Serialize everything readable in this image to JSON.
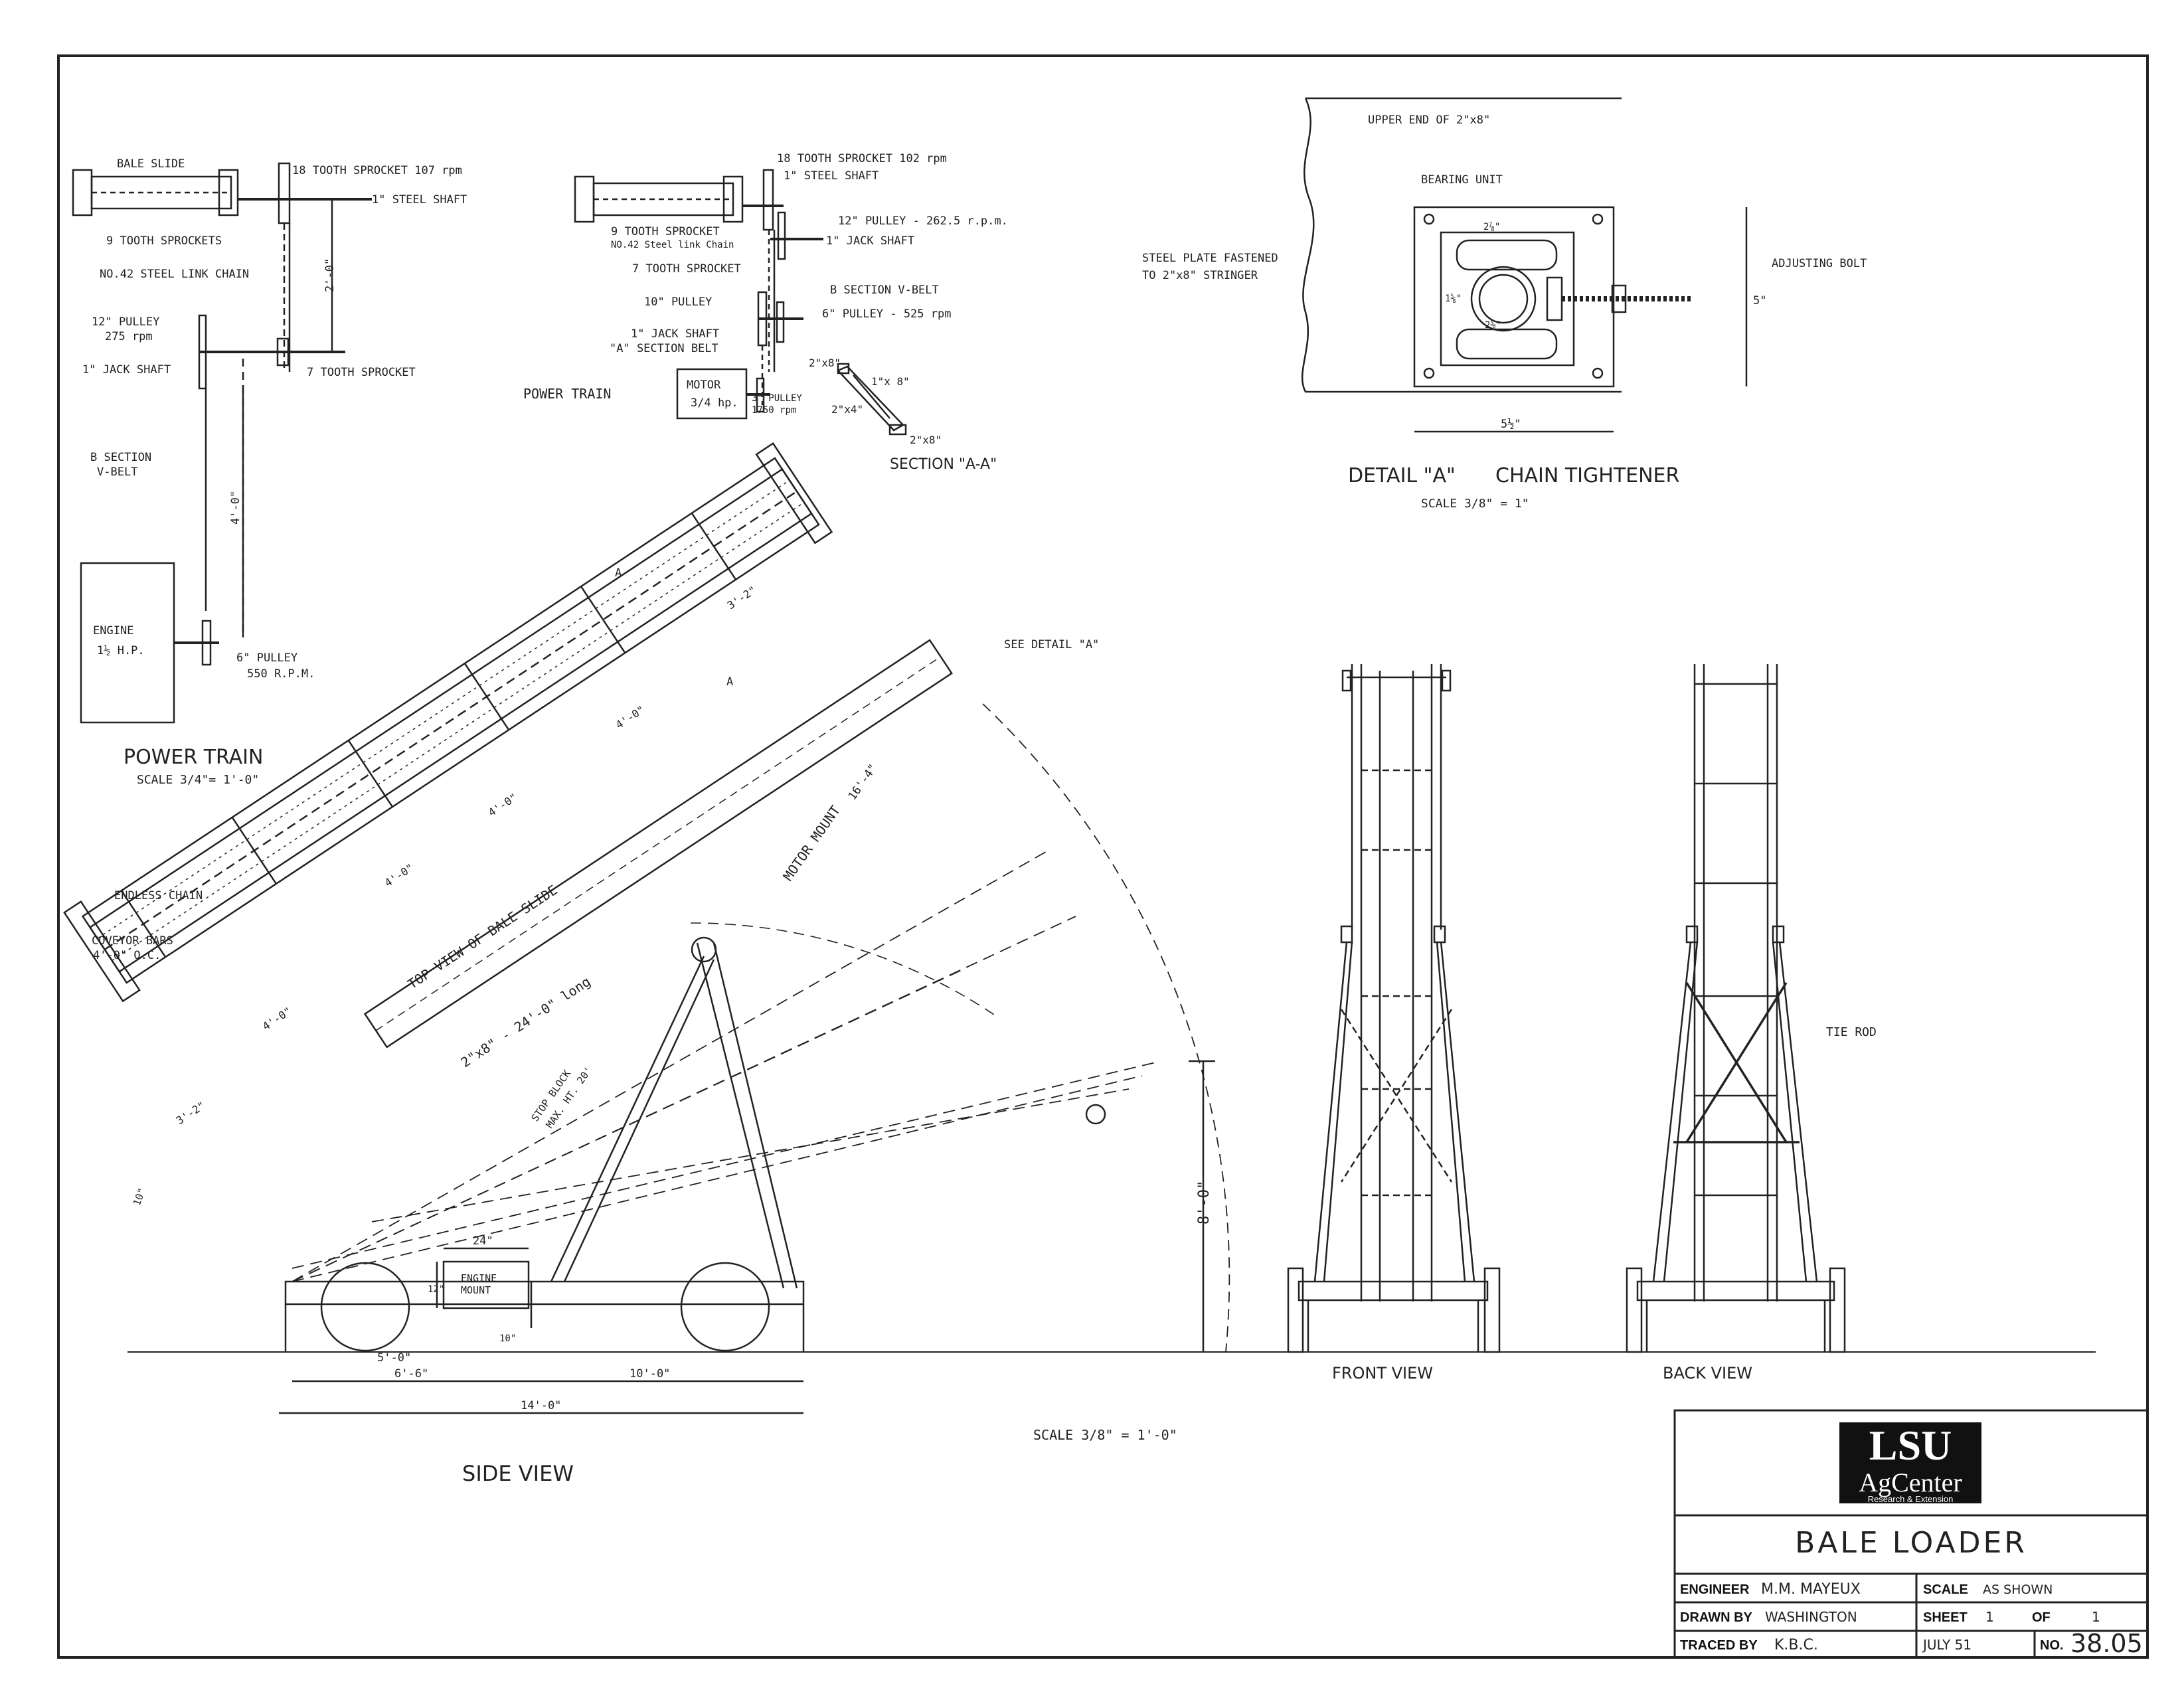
{
  "power_train_top": {
    "title": "POWER TRAIN",
    "scale": "SCALE 3/4\"= 1'-0\"",
    "bale_slide": "BALE SLIDE",
    "sprocket_18": "18 TOOTH SPROCKET 107 rpm",
    "steel_shaft": "1\" STEEL SHAFT",
    "sprockets_9": "9 TOOTH SPROCKETS",
    "chain": "NO.42 STEEL LINK CHAIN",
    "pulley_12": "12\" PULLEY",
    "pulley_12_rpm": "275 rpm",
    "jack_shaft": "1\" JACK SHAFT",
    "sprocket_7": "7 TOOTH SPROCKET",
    "dim_2ft": "2'-0\"",
    "b_section": "B SECTION",
    "v_belt": "V-BELT",
    "dim_4ft": "4'-0\"",
    "engine": "ENGINE",
    "engine_hp": "1½ H.P.",
    "pulley_6": "6\" PULLEY",
    "pulley_6_rpm": "550 R.P.M."
  },
  "power_train_motor": {
    "title": "POWER TRAIN",
    "sprocket_18": "18 TOOTH SPROCKET 102 rpm",
    "steel_shaft": "1\" STEEL SHAFT",
    "sprocket_9": "9 TOOTH SPROCKET",
    "chain": "NO.42 Steel link Chain",
    "pulley_12": "12\" PULLEY - 262.5 r.p.m.",
    "jack_shaft": "1\" JACK SHAFT",
    "sprocket_7": "7 TOOTH SPROCKET",
    "pulley_10": "10\" PULLEY",
    "b_section": "B SECTION V-BELT",
    "pulley_6": "6\" PULLEY - 525 rpm",
    "jack_shaft2": "1\" JACK SHAFT",
    "a_section": "\"A\" SECTION BELT",
    "motor": "MOTOR",
    "motor_hp": "3/4 hp.",
    "pulley_3": "3\" PULLEY",
    "pulley_3_rpm": "1750 rpm"
  },
  "section_aa": {
    "title": "SECTION \"A-A\"",
    "lbl_2x8": "2\"x8\"",
    "lbl_1x8": "1\"x 8\"",
    "lbl_2x4": "2\"x4\"",
    "lbl_2x8b": "2\"x8\""
  },
  "detail_a": {
    "title": "DETAIL \"A\"",
    "subtitle": "CHAIN TIGHTENER",
    "scale": "SCALE 3/8\" = 1\"",
    "upper_end": "UPPER END OF 2\"x8\"",
    "bearing": "BEARING UNIT",
    "steel_plate": "STEEL PLATE FASTENED",
    "steel_plate2": "TO 2\"x8\" STRINGER",
    "adjusting": "ADJUSTING BOLT",
    "dim_5": "5\"",
    "dim_5half": "5½\"",
    "dim_2_7_8": "2⅞\"",
    "dim_2_5_8": "2⅝\"",
    "dim_1_5_8": "1⅝\""
  },
  "side_view": {
    "title": "SIDE VIEW",
    "top_view": "TOP VIEW OF BALE SLIDE",
    "see_detail": "SEE DETAIL \"A\"",
    "motor_mount": "MOTOR MOUNT",
    "stringer": "2\"x8\" - 24'-0\" long",
    "stop_block": "STOP BLOCK",
    "max_ht": "MAX. HT. 20'",
    "endless_chain": "ENDLESS CHAIN",
    "conveyor_bars": "COVEYOR BARS",
    "conveyor_oc": "4'-0\" O.C.",
    "engine_mount": "ENGINE",
    "engine_mount2": "MOUNT",
    "dim_24": "24\"",
    "dim_12": "12\"",
    "dim_10": "10\"",
    "dim_5ft": "5'-0\"",
    "dim_6ft": "6'-6\"",
    "dim_10ft": "10'-0\"",
    "dim_14ft": "14'-0\"",
    "dim_8ft": "8'-0\"",
    "dim_16ft": "16'-4\"",
    "dim_4a": "4'-0\"",
    "dim_4b": "4'-0\"",
    "dim_4c": "4'-0\"",
    "dim_4d": "4'-0\"",
    "dim_3_2": "3'-2\"",
    "dim_3_2b": "3'-2\"",
    "dim_10in": "10\"",
    "section_a": "A",
    "section_a2": "A",
    "scale": "SCALE 3/8\" = 1'-0\""
  },
  "front_view": {
    "title": "FRONT VIEW"
  },
  "back_view": {
    "title": "BACK VIEW",
    "tie_rod": "TIE ROD"
  },
  "title_block": {
    "logo_main": "LSU",
    "logo_sub": "AgCenter",
    "logo_tag": "Research & Extension",
    "drawing_title": "BALE LOADER",
    "engineer_label": "ENGINEER",
    "engineer": "M.M. MAYEUX",
    "drawn_label": "DRAWN BY",
    "drawn": "WASHINGTON",
    "traced_label": "TRACED BY",
    "traced": "K.B.C.",
    "scale_label": "SCALE",
    "scale": "AS SHOWN",
    "sheet_label": "SHEET",
    "sheet_no": "1",
    "of_label": "OF",
    "sheet_total": "1",
    "date": "JULY 51",
    "no_label": "NO.",
    "number": "38.05"
  }
}
